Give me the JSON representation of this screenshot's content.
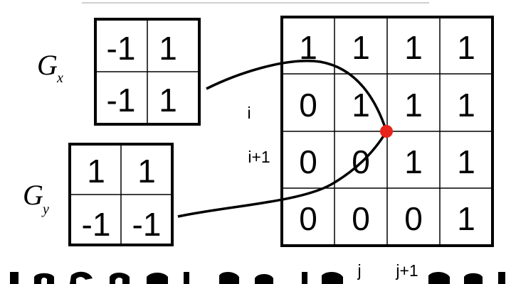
{
  "kernels": {
    "gx": {
      "symbol": "G",
      "subscript": "x",
      "cells": [
        [
          "-1",
          "1"
        ],
        [
          "-1",
          "1"
        ]
      ]
    },
    "gy": {
      "symbol": "G",
      "subscript": "y",
      "cells": [
        [
          "1",
          "1"
        ],
        [
          "-1",
          "-1"
        ]
      ]
    }
  },
  "image_grid": {
    "cells": [
      [
        "1",
        "1",
        "1",
        "1"
      ],
      [
        "0",
        "1",
        "1",
        "1"
      ],
      [
        "0",
        "0",
        "1",
        "1"
      ],
      [
        "0",
        "0",
        "0",
        "1"
      ]
    ],
    "row_labels": [
      "i",
      "i+1"
    ],
    "col_labels": [
      "j",
      "j+1"
    ]
  },
  "colors": {
    "grid_line": "#000000",
    "gradient_point": "#e8231a"
  }
}
